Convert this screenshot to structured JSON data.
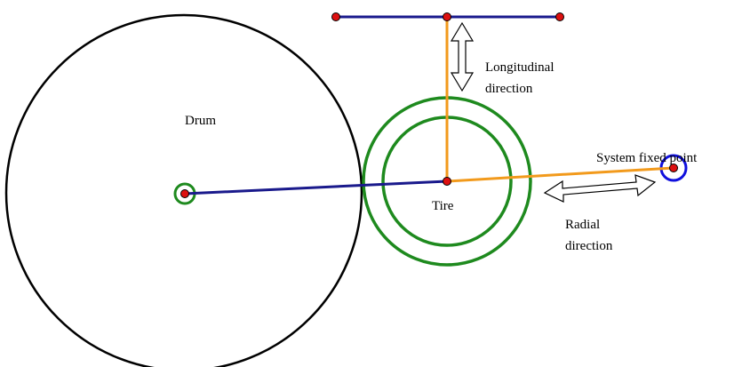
{
  "colors": {
    "drum_outline": "#000000",
    "tire_rings": "#1e8a1e",
    "hub_ring": "#1e8a1e",
    "fixed_point_ring": "#1010dd",
    "blue_links": "#1a1a8c",
    "orange_links": "#f29a1c",
    "joints": "#dd1010",
    "arrows": "#ffffff"
  },
  "labels": {
    "drum": "Drum",
    "tire": "Tire",
    "system_fixed_point": "System fixed point",
    "longitudinal_line1": "Longitudinal",
    "longitudinal_line2": "direction",
    "radial_line1": "Radial",
    "radial_line2": "direction"
  }
}
